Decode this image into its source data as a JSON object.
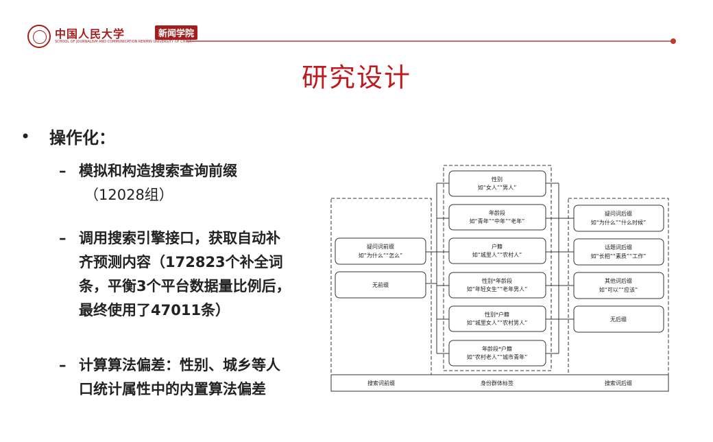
{
  "header": {
    "university": "中国人民大学",
    "school": "新闻学院",
    "english": "SCHOOL OF JOURNALISM AND COMMUNICATION RENMIN UNIVERSITY OF CHINA"
  },
  "title": "研究设计",
  "main": {
    "bullet": "•",
    "heading": "操作化：",
    "items": [
      {
        "dash": "–",
        "lines": [
          "模拟和构造搜索查询前缀",
          "（12028组）"
        ]
      },
      {
        "dash": "–",
        "lines": [
          "调用搜索引擎接口，获取自动补",
          "齐预测内容（172823个补全词",
          "条，平衡3个平台数据量比例后，",
          "最终使用了47011条）"
        ]
      },
      {
        "dash": "–",
        "lines": [
          "计算算法偏差：性别、城乡等人",
          "口统计属性中的内置算法偏差"
        ]
      }
    ]
  },
  "diagram": {
    "left": [
      {
        "l1": "疑问词前缀",
        "l2": "如“为什么”“怎么”"
      },
      {
        "l1": "无前缀",
        "l2": ""
      }
    ],
    "middle": [
      {
        "l1": "性别",
        "l2": "如“女人”“男人”"
      },
      {
        "l1": "年龄段",
        "l2": "如“青年”“中年”“老年”"
      },
      {
        "l1": "户籍",
        "l2": "如“城里人”“农村人”"
      },
      {
        "l1": "性别*年龄段",
        "l2": "如“年轻女生”“老年男人”"
      },
      {
        "l1": "性别*户籍",
        "l2": "如“城里女人”“农村男人”"
      },
      {
        "l1": "年龄段*户籍",
        "l2": "如“农村老人”“城市青年”"
      }
    ],
    "right": [
      {
        "l1": "疑问词后缀",
        "l2": "如“为什么”“什么时候”"
      },
      {
        "l1": "话题词后缀",
        "l2": "如“长相”“素质”“工作”"
      },
      {
        "l1": "其他词后缀",
        "l2": "如“可以”“应该”"
      },
      {
        "l1": "无后缀",
        "l2": ""
      }
    ],
    "footer": [
      "搜索词前缀",
      "身份群体标签",
      "搜索词后缀"
    ]
  }
}
